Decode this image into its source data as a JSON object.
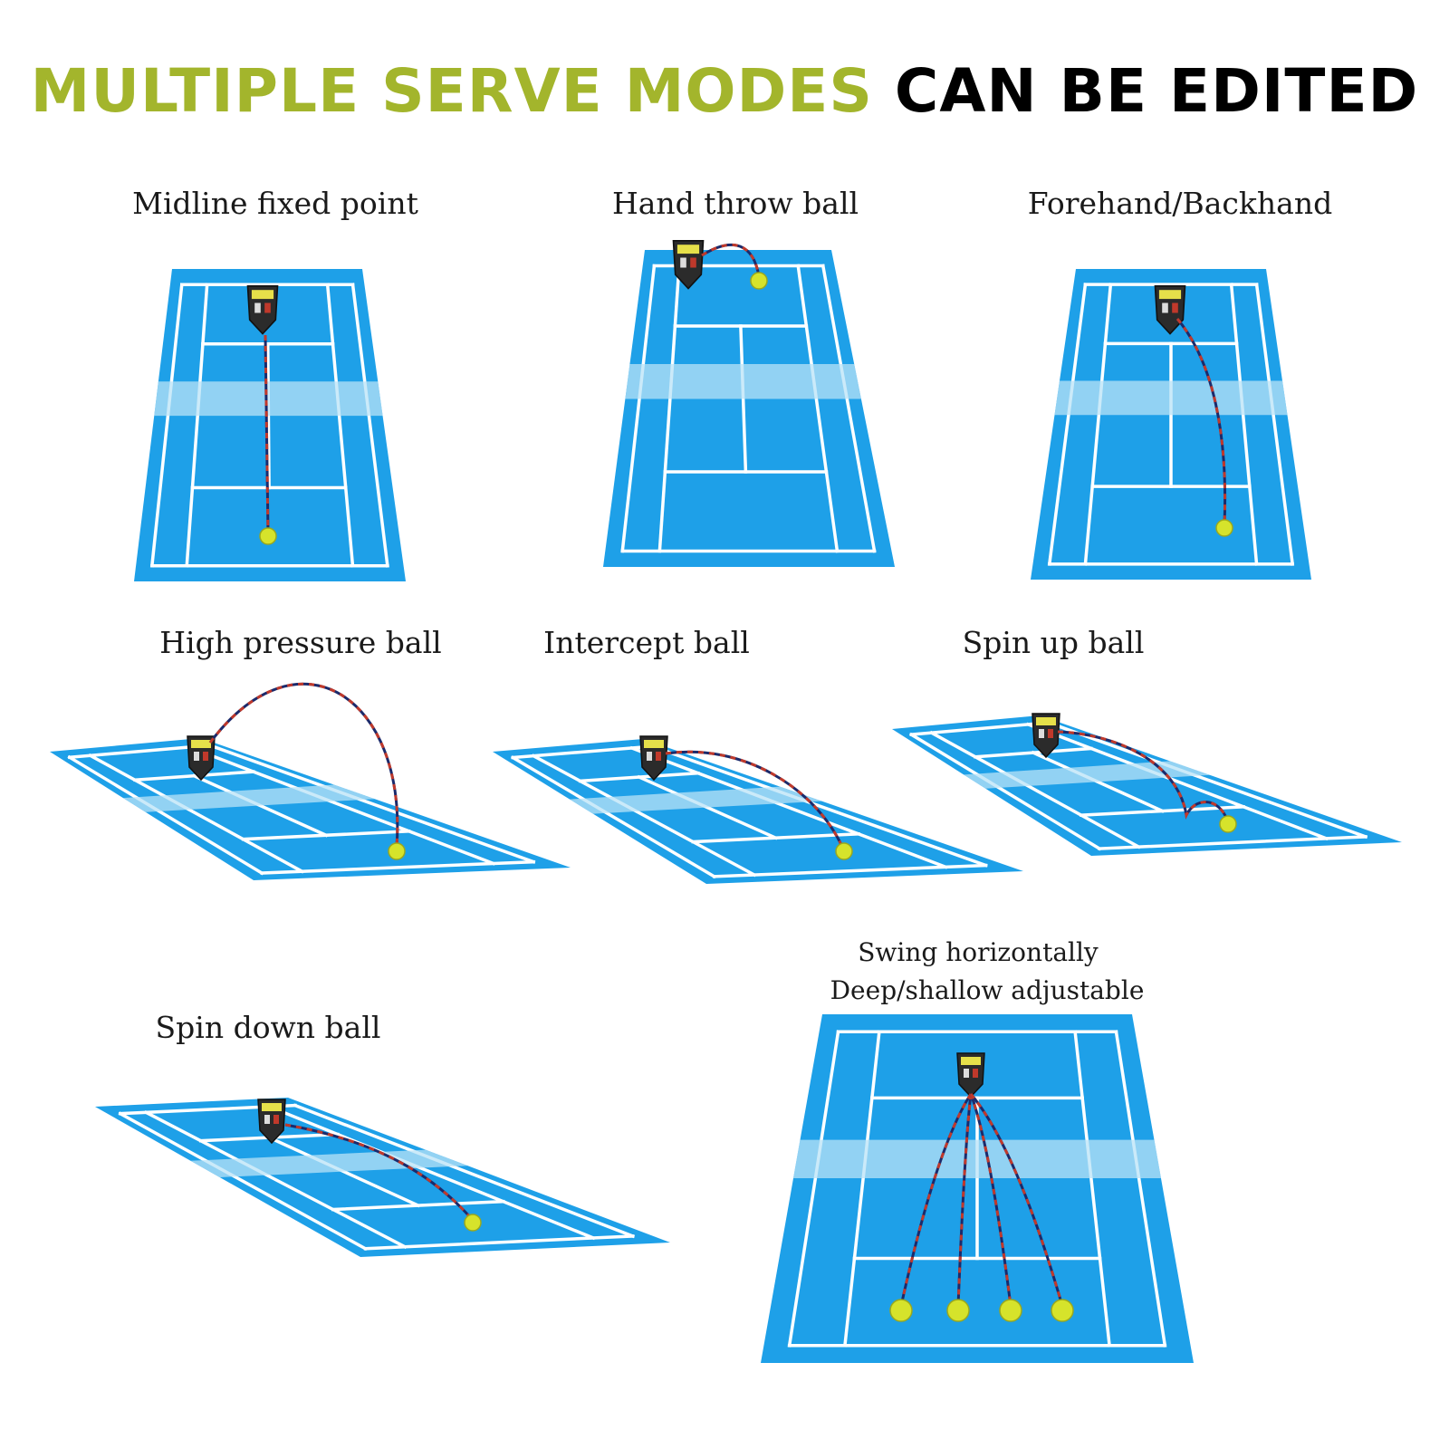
{
  "headline": {
    "part1": "MULTIPLE SERVE MODES",
    "part2": "CAN BE EDITED"
  },
  "modes": [
    {
      "label": "Midline fixed point"
    },
    {
      "label": "Hand throw ball"
    },
    {
      "label": "Forehand/Backhand"
    },
    {
      "label": "High pressure ball"
    },
    {
      "label": "Intercept ball"
    },
    {
      "label": "Spin up ball"
    },
    {
      "label": "Spin down ball"
    },
    {
      "label": "Swing horizontally",
      "label2": "Deep/shallow adjustable"
    }
  ],
  "colors": {
    "court": "#1ea0e8",
    "court_inner": "#1e96df",
    "lines": "#ffffff",
    "net_band": "#b9e3f7",
    "ball": "#d6e32b",
    "trajectory_red": "#c0392b",
    "trajectory_navy": "#1b2a6b",
    "machine": "#2b2b2b"
  },
  "icons": [
    "ball-machine-icon",
    "tennis-ball-icon"
  ]
}
